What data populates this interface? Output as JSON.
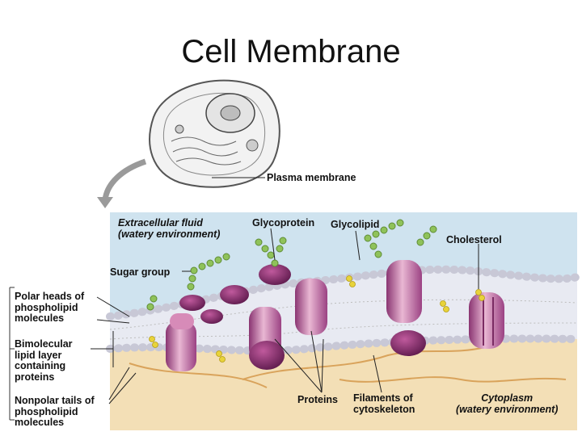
{
  "slide": {
    "title": "Cell Membrane"
  },
  "labels": {
    "plasma_membrane": "Plasma membrane",
    "extracellular_fluid": "Extracellular fluid\n(watery environment)",
    "glycoprotein": "Glycoprotein",
    "glycolipid": "Glycolipid",
    "cholesterol": "Cholesterol",
    "sugar_group": "Sugar group",
    "polar_heads": "Polar heads of\nphospholipid\nmolecules",
    "bimolecular": "Bimolecular\nlipid layer\ncontaining\nproteins",
    "nonpolar_tails": "Nonpolar tails of\nphospholipid\nmolecules",
    "proteins": "Proteins",
    "filaments": "Filaments of\ncytoskeleton",
    "cytoplasm": "Cytoplasm\n(watery environment)"
  },
  "colors": {
    "fluid_bg": "#cfe3ef",
    "cytoplasm_bg": "#f3dfb6",
    "lipid_head": "#ececec",
    "protein": "#c77aa6",
    "protein_dark": "#7a2c63",
    "sugar": "#8fc25a",
    "cholesterol": "#e8d33a",
    "filament": "#d9a35b"
  }
}
